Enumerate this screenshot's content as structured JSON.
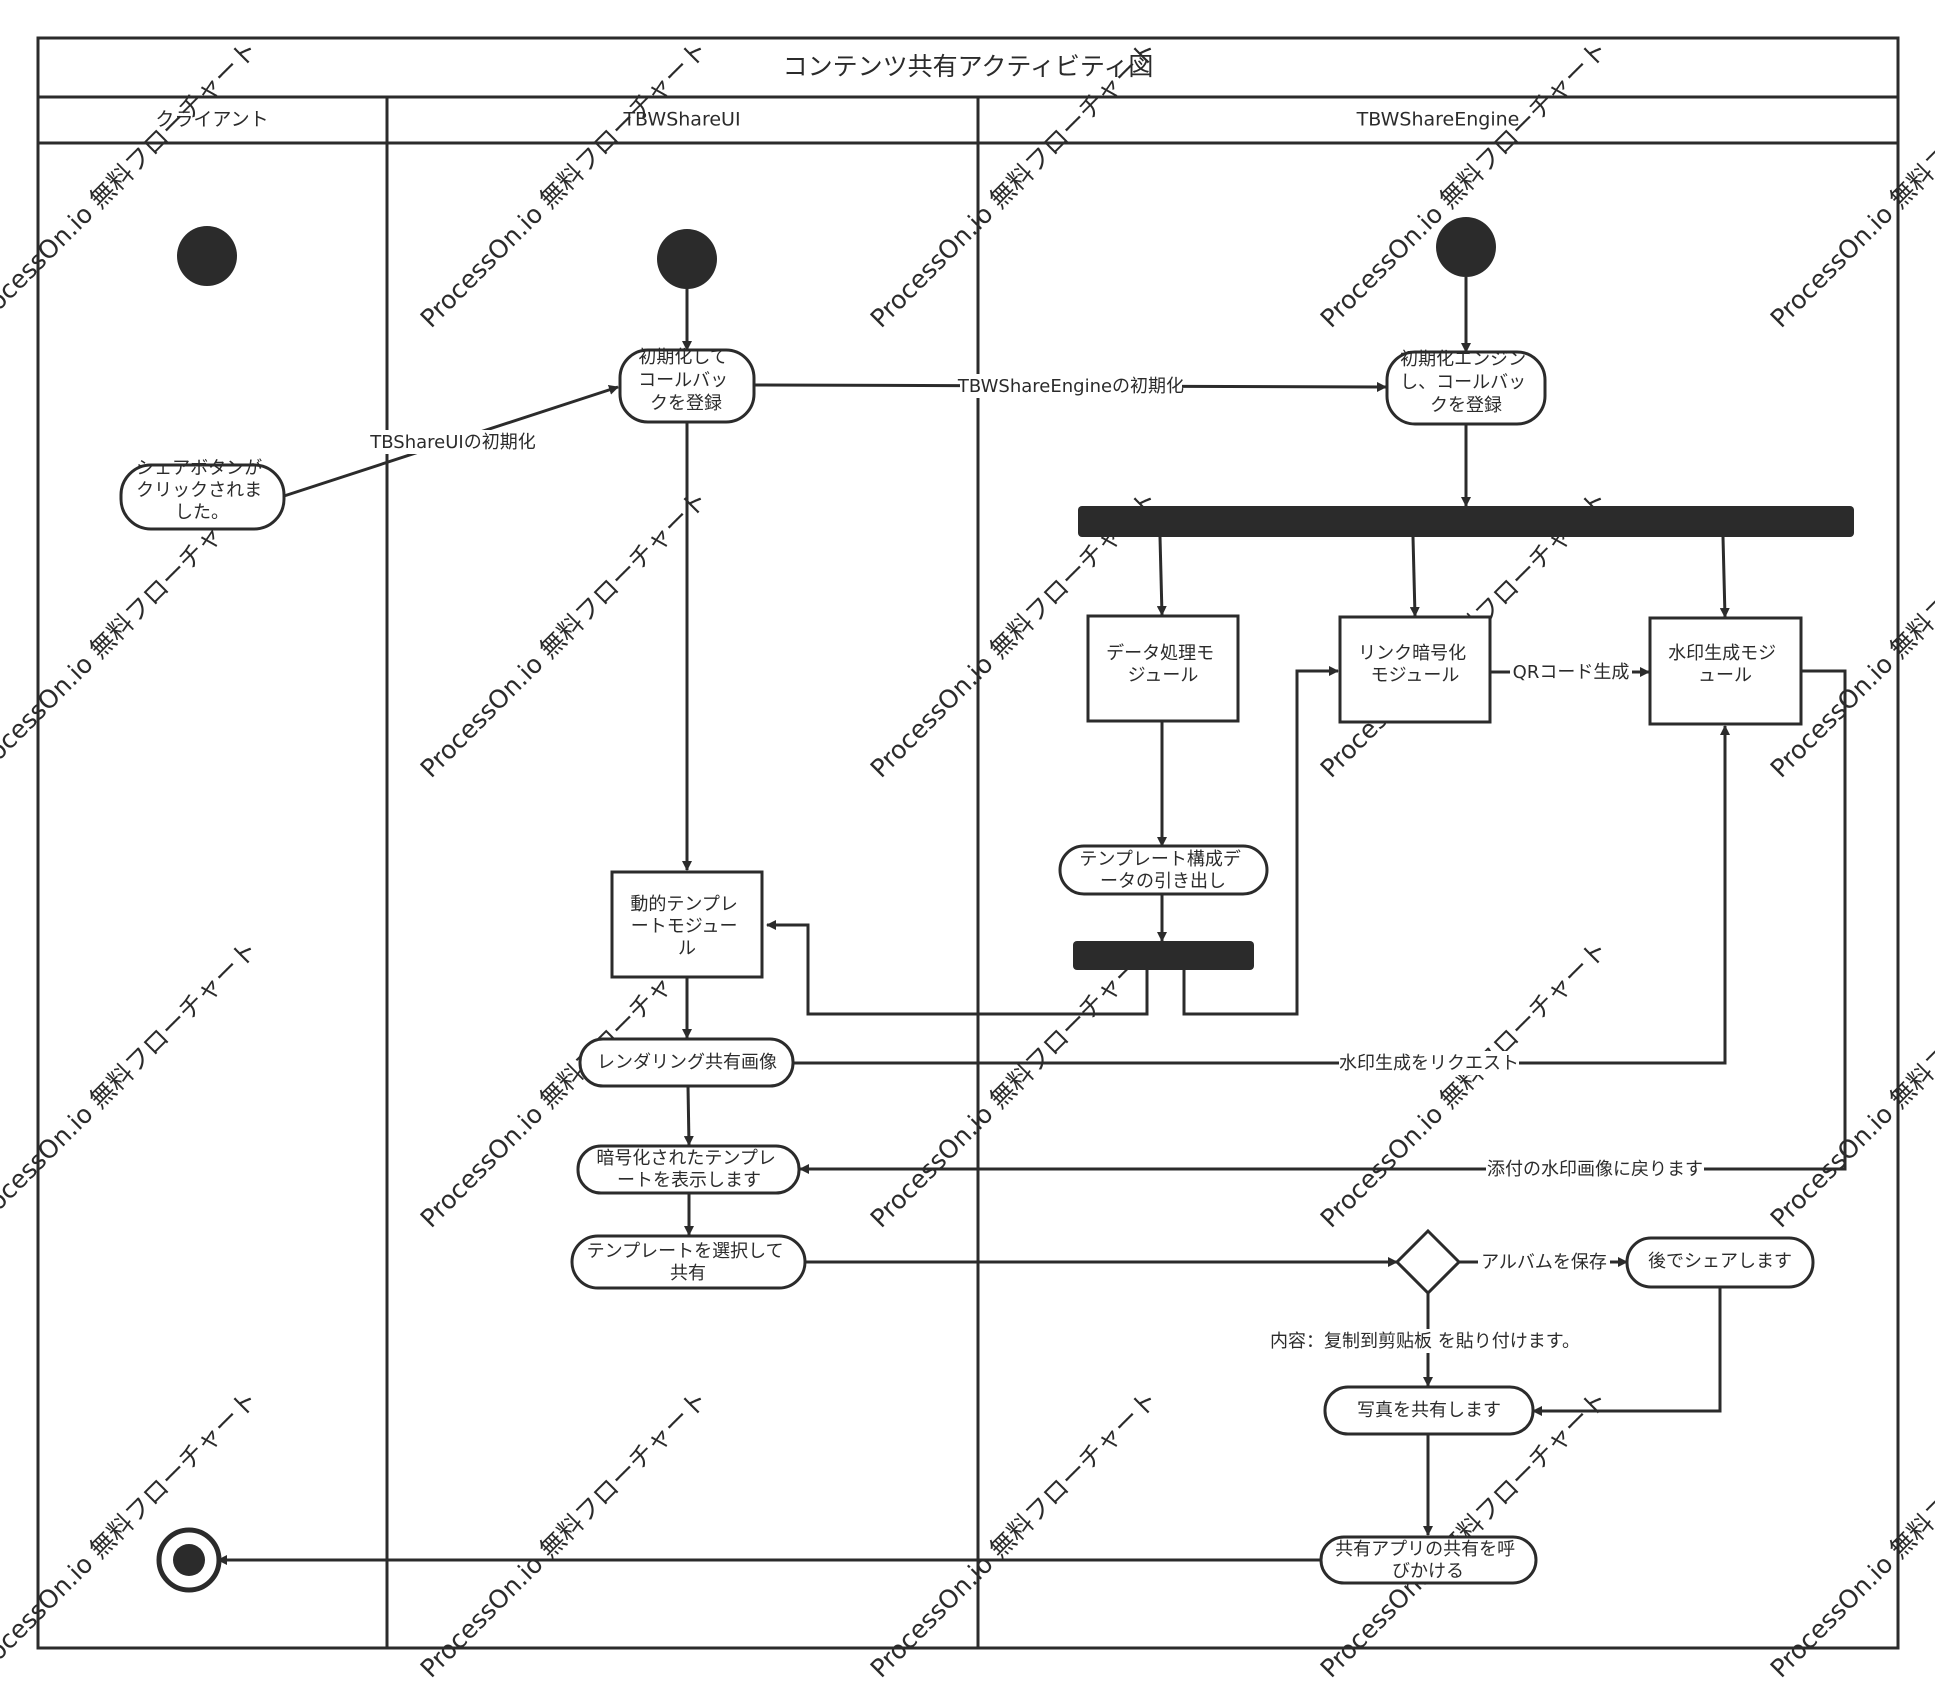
{
  "diagram": {
    "title": "コンテンツ共有アクティビティ図",
    "lanes": [
      "クライアント",
      "TBWShareUI",
      "TBWShareEngine"
    ],
    "watermark": "ProcessOn.io 無料フローチャート",
    "nodes": {
      "share_clicked": [
        "シェアボタンが",
        "クリックされま",
        "した。"
      ],
      "ui_init": [
        "初期化して",
        "コールバッ",
        "クを登録"
      ],
      "engine_init": [
        "初期化エンジン",
        "し、コールバッ",
        "クを登録"
      ],
      "data_module": [
        "データ処理モ",
        "ジュール"
      ],
      "link_module": [
        "リンク暗号化",
        "モジュール"
      ],
      "watermark_module": [
        "水印生成モジ",
        "ュール"
      ],
      "template_pull": [
        "テンプレート構成デ",
        "ータの引き出し"
      ],
      "dynamic_module": [
        "動的テンプレ",
        "ートモジュー",
        "ル"
      ],
      "render_image": [
        "レンダリング共有画像"
      ],
      "show_template": [
        "暗号化されたテンプレ",
        "ートを表示します"
      ],
      "select_share": [
        "テンプレートを選択して",
        "共有"
      ],
      "later_share": [
        "後でシェアします"
      ],
      "share_photo": [
        "写真を共有します"
      ],
      "call_app": [
        "共有アプリの共有を呼",
        "びかける"
      ]
    },
    "edge_labels": {
      "ui_init_call": "TBShareUIの初期化",
      "engine_init_call": "TBWShareEngineの初期化",
      "qr": "QRコード生成",
      "wm_request": "水印生成をリクエスト",
      "wm_return": "添付の水印画像に戻ります",
      "save_album": "アルバムを保存",
      "copy_paste": "内容：复制到剪贴板 を貼り付けます。"
    },
    "colors": {
      "stroke": "#2b2b2b",
      "fill": "#ffffff",
      "watermark": "#d7d7d7"
    }
  }
}
